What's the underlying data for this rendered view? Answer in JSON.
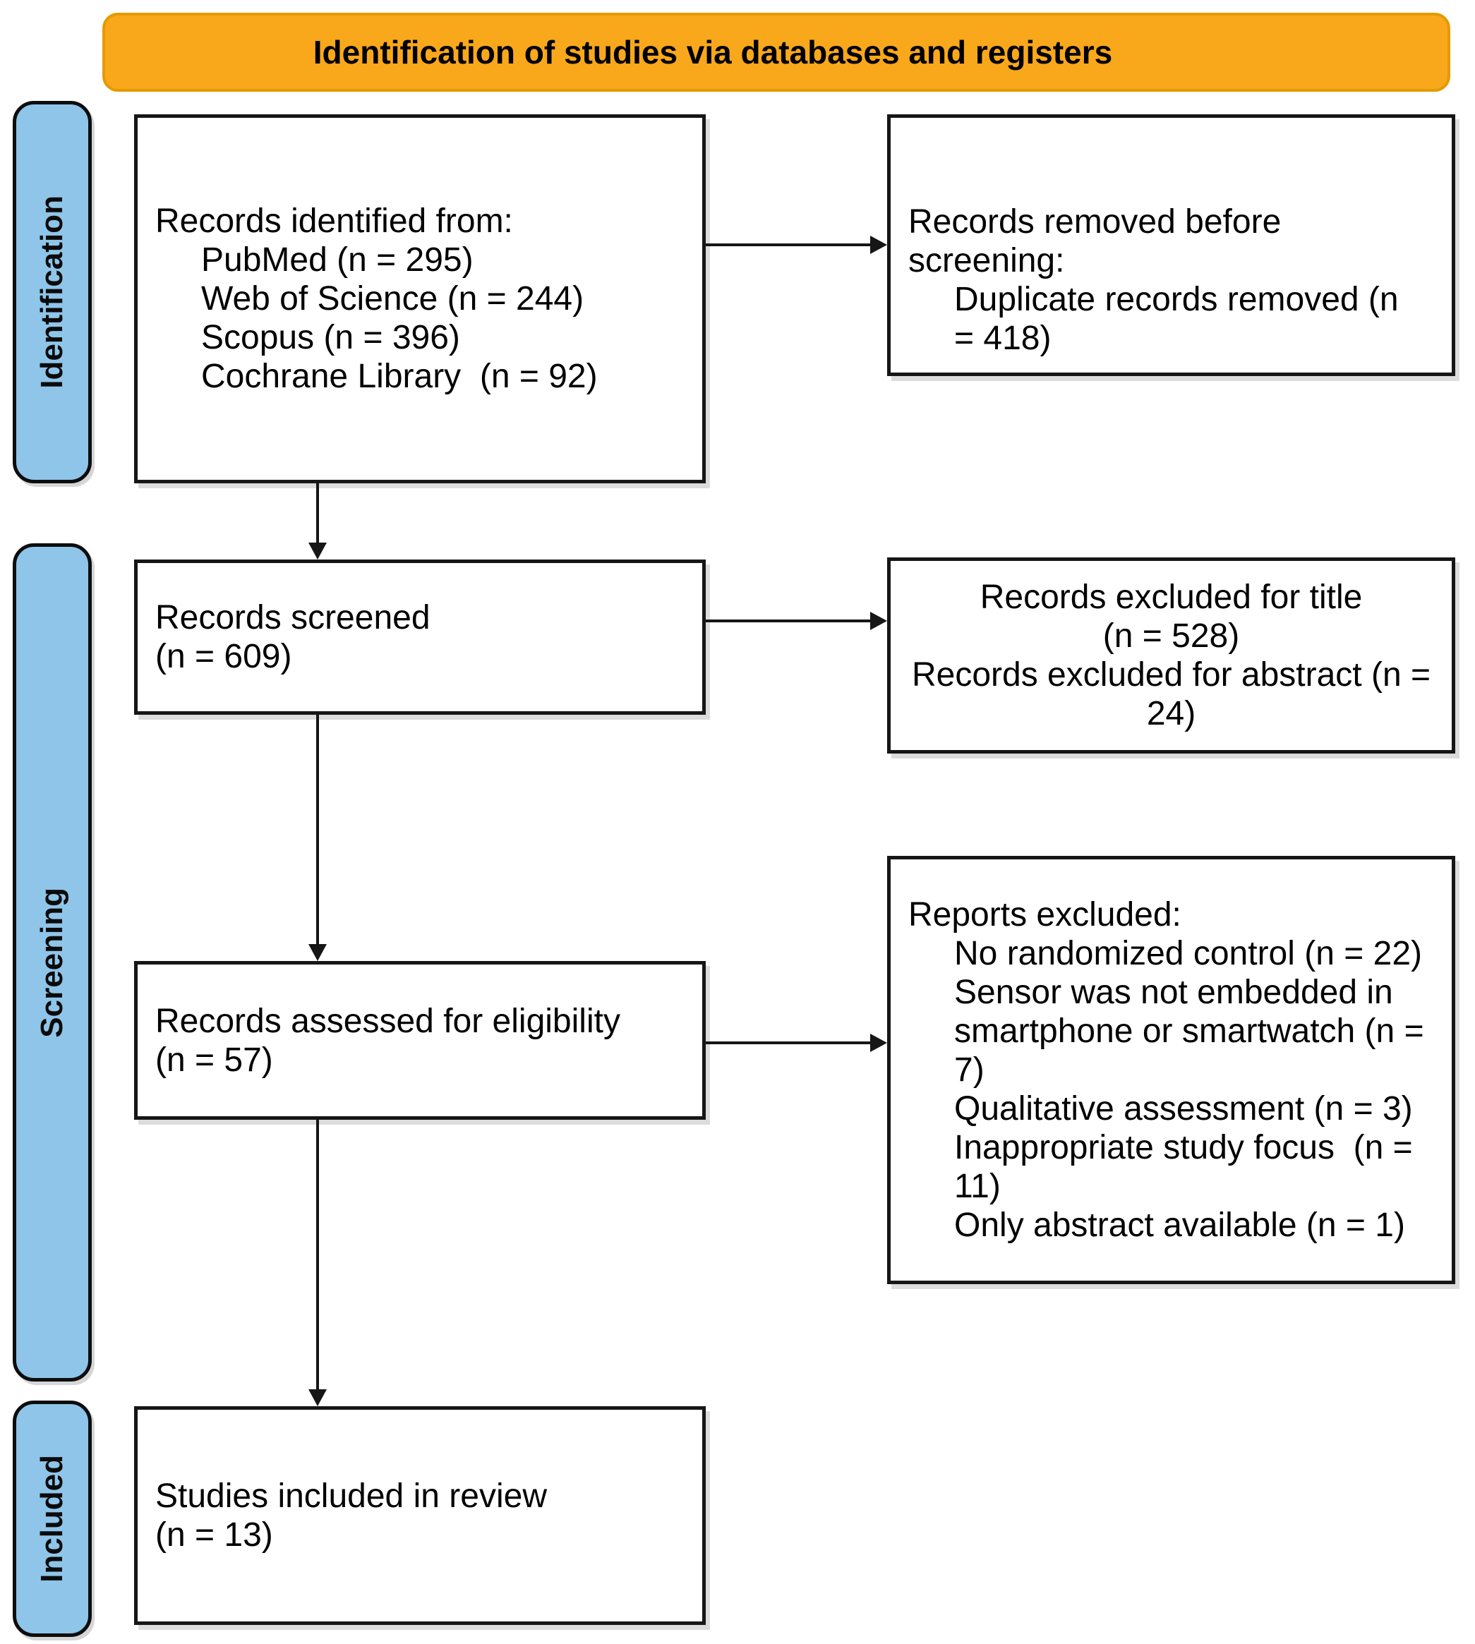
{
  "colors": {
    "banner-bg": "#F9A81B",
    "banner-border": "#E59A00",
    "stage-bg": "#8FC5E9",
    "line-color": "#161616"
  },
  "header": {
    "title": "Identification of studies via databases and registers"
  },
  "stages": {
    "identification": "Identification",
    "screening": "Screening",
    "included": "Included"
  },
  "boxes": {
    "records_identified": {
      "items": [
        "Records identified from:",
        "PubMed (n = 295)",
        "Web of Science (n = 244)",
        "Scopus (n = 396)",
        "Cochrane Library  (n = 92)"
      ]
    },
    "records_removed": {
      "items": [
        "Records removed before screening:",
        "Duplicate records removed (n = 418)"
      ]
    },
    "records_screened": {
      "items": [
        "Records screened",
        "(n = 609)"
      ]
    },
    "records_excluded": {
      "items": [
        "Records excluded for title",
        "(n = 528)",
        "Records excluded for abstract (n = 24)"
      ]
    },
    "records_assessed": {
      "items": [
        "Records assessed for eligibility",
        "(n = 57)"
      ]
    },
    "reports_excluded": {
      "items": [
        "Reports excluded:",
        "No randomized control (n = 22)",
        "Sensor was not embedded in smartphone or smartwatch (n = 7)",
        "Qualitative assessment (n = 3)",
        "Inappropriate study focus  (n = 11)",
        "Only abstract available (n = 1)"
      ]
    },
    "studies_included": {
      "items": [
        "Studies included in review",
        "(n = 13)"
      ]
    }
  }
}
